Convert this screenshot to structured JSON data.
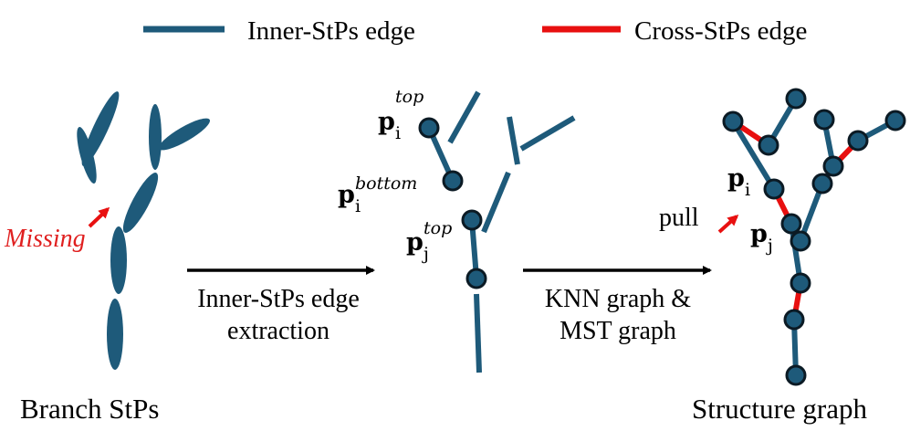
{
  "legend": {
    "inner_label": "Inner-StPs edge",
    "cross_label": "Cross-StPs edge"
  },
  "colors": {
    "inner_edge": "#1e5a7a",
    "cross_edge": "#e81010",
    "node_fill": "#1e5a7a",
    "node_stroke": "#0b1a24",
    "arrow": "#000000",
    "annotation_red": "#e02020"
  },
  "panels": {
    "left_caption": "Branch StPs",
    "missing_label": "Missing",
    "middle_caption": "",
    "right_caption": "Structure graph"
  },
  "arrows": {
    "first_label_line1": "Inner-StPs edge",
    "first_label_line2": "extraction",
    "second_label_line1": "KNN graph &",
    "second_label_line2": "MST graph"
  },
  "math": {
    "p": "p",
    "i": "i",
    "j": "j",
    "top": "top",
    "bottom": "bottom"
  },
  "pull_label": "pull"
}
